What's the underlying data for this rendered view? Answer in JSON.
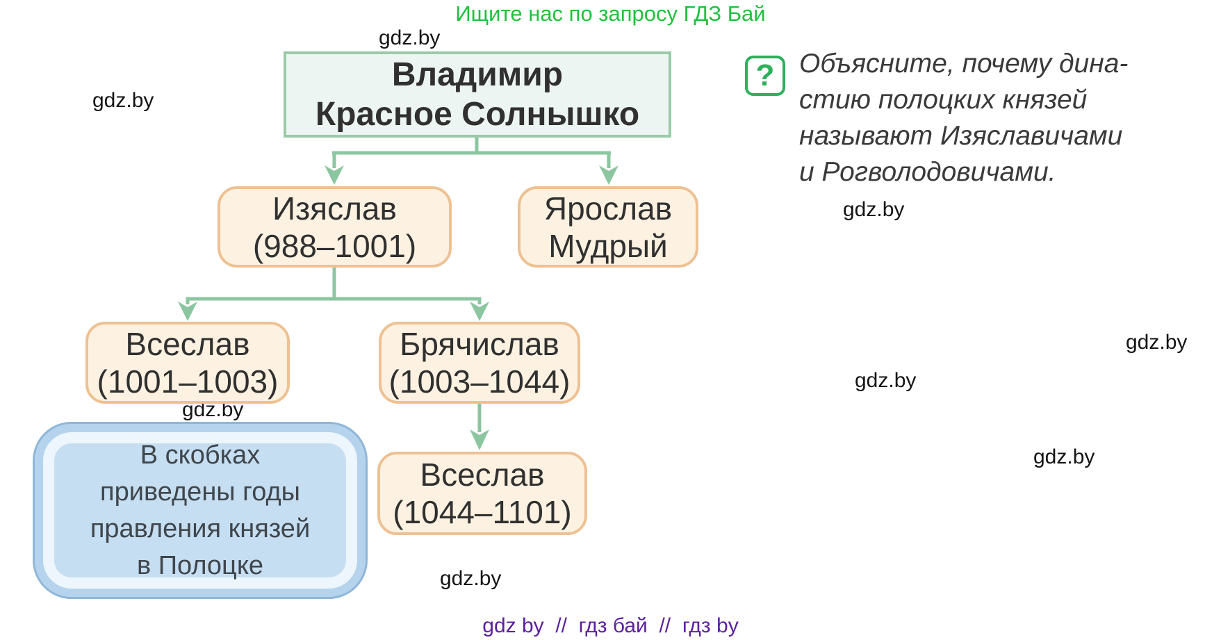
{
  "promo": {
    "text": "Ищите нас по запросу ГДЗ Бай"
  },
  "watermark": {
    "text": "gdz.by"
  },
  "tree": {
    "root": {
      "line1": "Владимир",
      "line2": "Красное Солнышко"
    },
    "nodes": [
      {
        "line1": "Изяслав",
        "line2": "(988–1001)"
      },
      {
        "line1": "Ярослав",
        "line2": "Мудрый"
      },
      {
        "line1": "Всеслав",
        "line2": "(1001–1003)"
      },
      {
        "line1": "Брячислав",
        "line2": "(1003–1044)"
      },
      {
        "line1": "Всеслав",
        "line2": "(1044–1101)"
      }
    ]
  },
  "note": {
    "lines": [
      "В скобках",
      "приведены годы",
      "правления князей",
      "в Полоцке"
    ]
  },
  "question": {
    "icon_glyph": "?",
    "lines": [
      "Объясните, почему дина-",
      "стию полоцких князей",
      "называют Изяславичами",
      "и Рогволодовичами."
    ]
  },
  "footer": {
    "text": "gdz by  //  гдз бай  //  гдз by"
  },
  "colors": {
    "promo_green": "#1fc13c",
    "arrow_green": "#8cc6a0",
    "root_border": "#9bcaa8",
    "root_fill": "#edf5f2",
    "node_border": "#edc193",
    "node_fill": "#fdf2e1",
    "note_border": "#8fb6d8",
    "note_fill": "#c6def2",
    "note_ring": "#b5d3ec",
    "note_gloss": "#edf6fc",
    "question_green": "#2eb05c",
    "footer_purple": "#5c1f9e",
    "text_dark": "#303030",
    "watermark_black": "#141414"
  }
}
